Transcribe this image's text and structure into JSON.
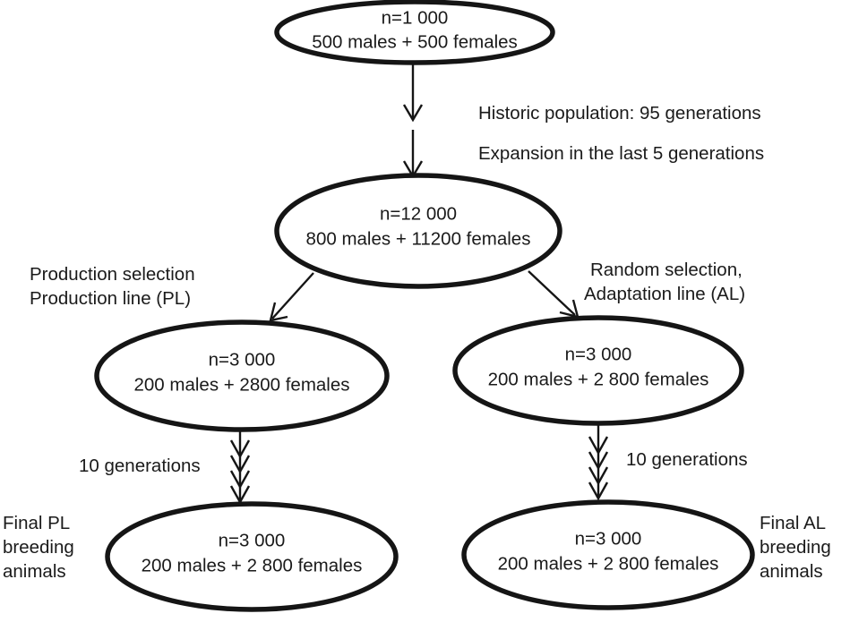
{
  "figure": {
    "type": "flowchart",
    "description": "Breeding scheme flow diagram of simulated populations",
    "background_color": "#ffffff",
    "line_color": "#151515",
    "text_color": "#1a1a1a"
  },
  "nodes": [
    {
      "id": "historic",
      "line1": "n=1 000",
      "line2": "500 males + 500 females"
    },
    {
      "id": "expanded",
      "line1": "n=12 000",
      "line2": "800 males + 11200 females"
    },
    {
      "id": "pl_founder",
      "line1": "n=3 000",
      "line2": "200 males + 2800 females"
    },
    {
      "id": "al_founder",
      "line1": "n=3 000",
      "line2": "200 males + 2 800 females"
    },
    {
      "id": "pl_final",
      "line1": "n=3 000",
      "line2": "200 males + 2 800 females"
    },
    {
      "id": "al_final",
      "line1": "n=3 000",
      "line2": "200 males + 2 800 females"
    }
  ],
  "annotations": {
    "historic_note": "Historic population: 95 generations",
    "expansion_note": "Expansion in the last 5 generations",
    "pl_selection_line1": "Production selection",
    "pl_selection_line2": "Production line (PL)",
    "al_selection_line1": "Random selection,",
    "al_selection_line2": "Adaptation line (AL)",
    "pl_generations": "10 generations",
    "al_generations": "10 generations",
    "pl_final_line1": "Final PL",
    "pl_final_line2": "breeding",
    "pl_final_line3": "animals",
    "al_final_line1": "Final AL",
    "al_final_line2": "breeding",
    "al_final_line3": "animals"
  }
}
